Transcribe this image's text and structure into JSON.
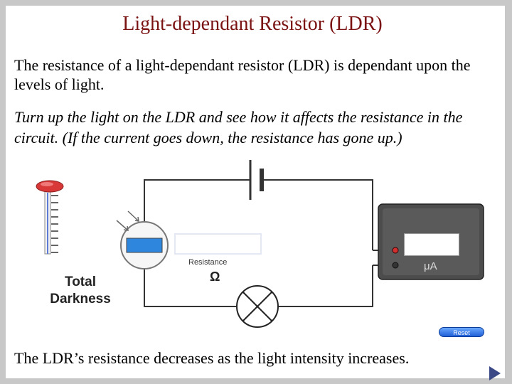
{
  "slide": {
    "title": "Light-dependant Resistor (LDR)",
    "intro": "The resistance of a light-dependant resistor (LDR) is dependant upon the levels of light.",
    "instruction": "Turn up the light on the LDR and see how it affects the resistance in the circuit. (If the current goes down, the resistance has gone up.)",
    "conclusion": "The LDR’s resistance decreases as the light intensity increases."
  },
  "simulation": {
    "light_slider": {
      "level_label": "Total Darkness",
      "level_fraction": 0.0
    },
    "resistance": {
      "label": "Resistance",
      "unit": "Ω",
      "value": ""
    },
    "ammeter": {
      "unit": "μA",
      "value": ""
    },
    "reset_label": "Reset"
  },
  "colors": {
    "title": "#7a1212",
    "wire": "#333333",
    "ldr_body": "#2f86dd",
    "slider_knob": "#d83838",
    "meter_body": "#4c4c4c"
  }
}
